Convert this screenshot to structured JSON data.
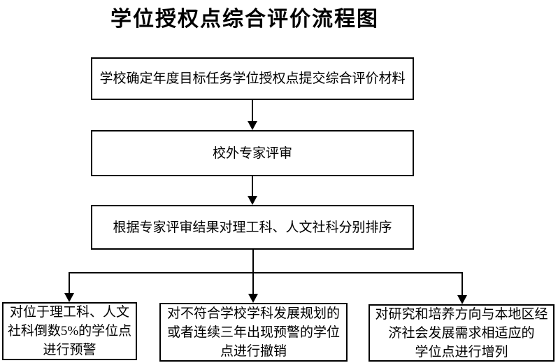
{
  "title": "学位授权点综合评价流程图",
  "colors": {
    "background": "#ffffff",
    "line": "#000000",
    "border": "#000000",
    "text": "#000000"
  },
  "flowchart": {
    "nodes": [
      {
        "id": "submit-materials",
        "label": "学校确定年度目标任务学位授权点提交综合评价材料"
      },
      {
        "id": "external-review",
        "label": "校外专家评审"
      },
      {
        "id": "ranking",
        "label": "根据专家评审结果对理工科、人文社科分别排序"
      },
      {
        "id": "warning",
        "label": "对位于理工科、人文\n社科倒数5%的学位点\n进行预警"
      },
      {
        "id": "revoke",
        "label": "对不符合学校学科发展规划的\n或者连续三年出现预警的学位\n点进行撤销"
      },
      {
        "id": "add-listing",
        "label": "对研究和培养方向与本地区经\n济社会发展需求相适应的\n学位点进行增列"
      }
    ],
    "edges": [
      {
        "from": "submit-materials",
        "to": "external-review"
      },
      {
        "from": "external-review",
        "to": "ranking"
      },
      {
        "from": "ranking",
        "to": "warning"
      },
      {
        "from": "ranking",
        "to": "revoke"
      },
      {
        "from": "ranking",
        "to": "add-listing"
      }
    ]
  }
}
